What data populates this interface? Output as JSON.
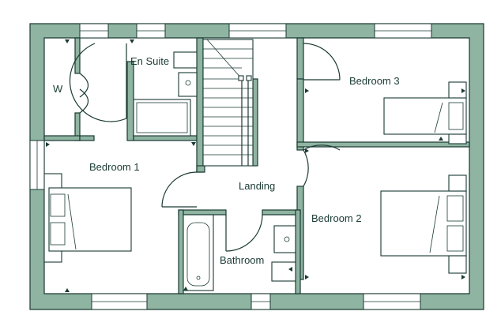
{
  "colors": {
    "wall_fill": "#8fb4a2",
    "line": "#1a3a33",
    "floor": "#ffffff"
  },
  "rooms": {
    "en_suite": "En Suite",
    "wardrobe": "W",
    "bedroom_1": "Bedroom 1",
    "bedroom_2": "Bedroom 2",
    "bedroom_3": "Bedroom 3",
    "landing": "Landing",
    "bathroom": "Bathroom"
  }
}
